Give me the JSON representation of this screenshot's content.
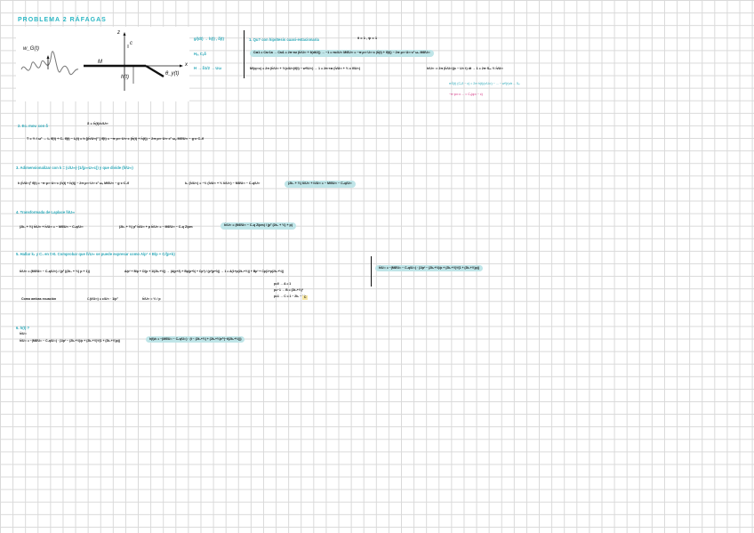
{
  "title": "PROBLEMA 2 RÁFAGAS",
  "figure": {
    "label_wg": "w_G(t)",
    "label_z": "z",
    "label_c": "c",
    "label_M": "M",
    "label_x": "x",
    "label_h": "h(t)",
    "label_theta": "θ_y(t)"
  },
  "step1": {
    "left_a": "g/(dt) → h(t) , δ(t)",
    "left_b": "Hᵧ, Cᵧδ",
    "left_c": "H → δ1/2 → Uω",
    "heading": "1. Qu? con hipótesis cuasi-estacionaria",
    "cases": "θ = 1 , ψ = 1",
    "line1": "Cᴍ1 = Cᴍ·1a → Cᴍ1 = 2π·τᴍ (ḣ/U∞ + θ(dt/2)) → −1 = πc/U∞ Mθ̇/U∞ = −π·ρ∞·U∞·c (ḣ(t) + θ̇(t)) − 2π·ρ∞·U∞·c² ωᵥ Mθ̇/U∞",
    "line2": "M/(q∞c) = 2π (ḣ/U∞ + ½(c/U∞)θ̇(t) − wᵍ/U∞) → 1 = 2π·τᴍ (ḣ/U∞ + ½ c θ̇/U∞)",
    "line3": "h/U∞ ⇒ 2π (ḣ/U∞)(c − U∞ t) dt → 1 = 2π·Sₘ ½ ḣ/U∞",
    "note_cyan": "πṠ(t) (Cᵧδ − c) ≈ 2π·ḣ(t)(c/U∞) − ... − wᵍ(τ)dτ ... δᵧᵢ",
    "note_pink": "−π·ρ∞ c ... = Cᵧ(q∞ − c)"
  },
  "step2": {
    "heading": "2. Ec. mov. con δ",
    "sub": "δ = ḣ(t)/c/U∞",
    "eq": "T = ½ I ω² → I₀ θ̈(t) + C₁ θ̇(t) − L(t) = h [(ḣ/U∞)² ] θ̈(t) = −π·ρ∞·U∞·c (ḣ(t) + ḣ(t)) − 2π·ρ∞·U∞·c² ωᵧ Mθ̇/U∞ − g·c·C₁θ̇"
  },
  "step3": {
    "heading": "3. Adimensionalizar con k = (c/U∞)·(1/(ρ∞U∞c)) y que divide (ḣ/U∞)",
    "eq1": "h (ḣ/U∞)² θ̈(t) = −π·ρ∞·U∞·c (ḣ(t) + ḣ(t)) − 2π·ρ∞·U∞·c² ωᵧ Mθ̇/U∞ − g·c·C₁θ̇",
    "eq2": "k₁ (ḣ/U∞) = −½ (ḣ/U∞ + ½ ḣ/U∞) − Mθ̇/U∞ − C₁q/U∞",
    "eq3": "(2k₁ + ½) ḣ/U∞ + ḣ/U∞ = − Mθ̇/U∞ − C₁q/U∞"
  },
  "step4": {
    "heading": "4. Transformada de Laplace  ḣ/U∞",
    "eq1": "(2k₁ + ½) ḣ/U∞ + ḣ/U∞ = − Mθ̇/U∞ − C₁q/U∞",
    "eq2": "(2k₁ + ½) p² ḣ/U∞ + p ḣ/U∞ = − Mθ̇/U∞ − C₁q Z/pm",
    "result": "ḣ/U∞ = (Mθ̇/U∞ − C₁q Z/pm) / (p² (2k₁ + ½) + p)"
  },
  "step5": {
    "heading": "5. Hallar k₁ y C₁ en t>0. Comprobar que ḣ/U∞ se puede expresar como A/p² + B/p + C/(p+k)",
    "eq1": "ḣ/U∞ = (Mθ̇/U∞ − C₁q/U∞) / (p² ((2k₁ + ½) p + 1))",
    "eq2": "A/p² + B/p + C/(p + 1/(2k₁+½)) → (A(p+λ) + Bp(p+λ) + Cp²) / (p²(p+λ)) → 1 = A(1+p(2k₁+½)) + Bp² + Cp(1+p(2k₁+½))",
    "cases1": "p=0 → A = 1",
    "cases2": "p=−1 → B = (2k₁+½)²",
    "cases3": "p=1 → C = 1 − 2k₁ − ½",
    "approx_label": "Como ambas ecuación",
    "approx_eq": "ℒ(t/U∞) = c/U∞ · 1/p²",
    "approx_eq2": "ḣ/U∞ ≈ ½ / p",
    "result": "ḣ/U∞ = −(Mθ̇/U∞ − C₁q/U∞) · (1/p² − (2k₁+½)/p + (2k₁+½)²/(1 + (2k₁+½)p))"
  },
  "step6": {
    "heading": "6. h(t) ?",
    "sub": "ḣ/U∞",
    "eq": "ḣ/U∞ = −(Mθ̇/U∞ − C₁q/U∞) · (1/p² − (2k₁+½)/p + (2k₁+½)²/(1 + (2k₁+½)p))",
    "result": "h(t)/c = −(Mθ̇/U∞ − C₁q/U∞) · (t − (2k₁+½) + (2k₁+½)e^(−t/(2k₁+½)))"
  }
}
